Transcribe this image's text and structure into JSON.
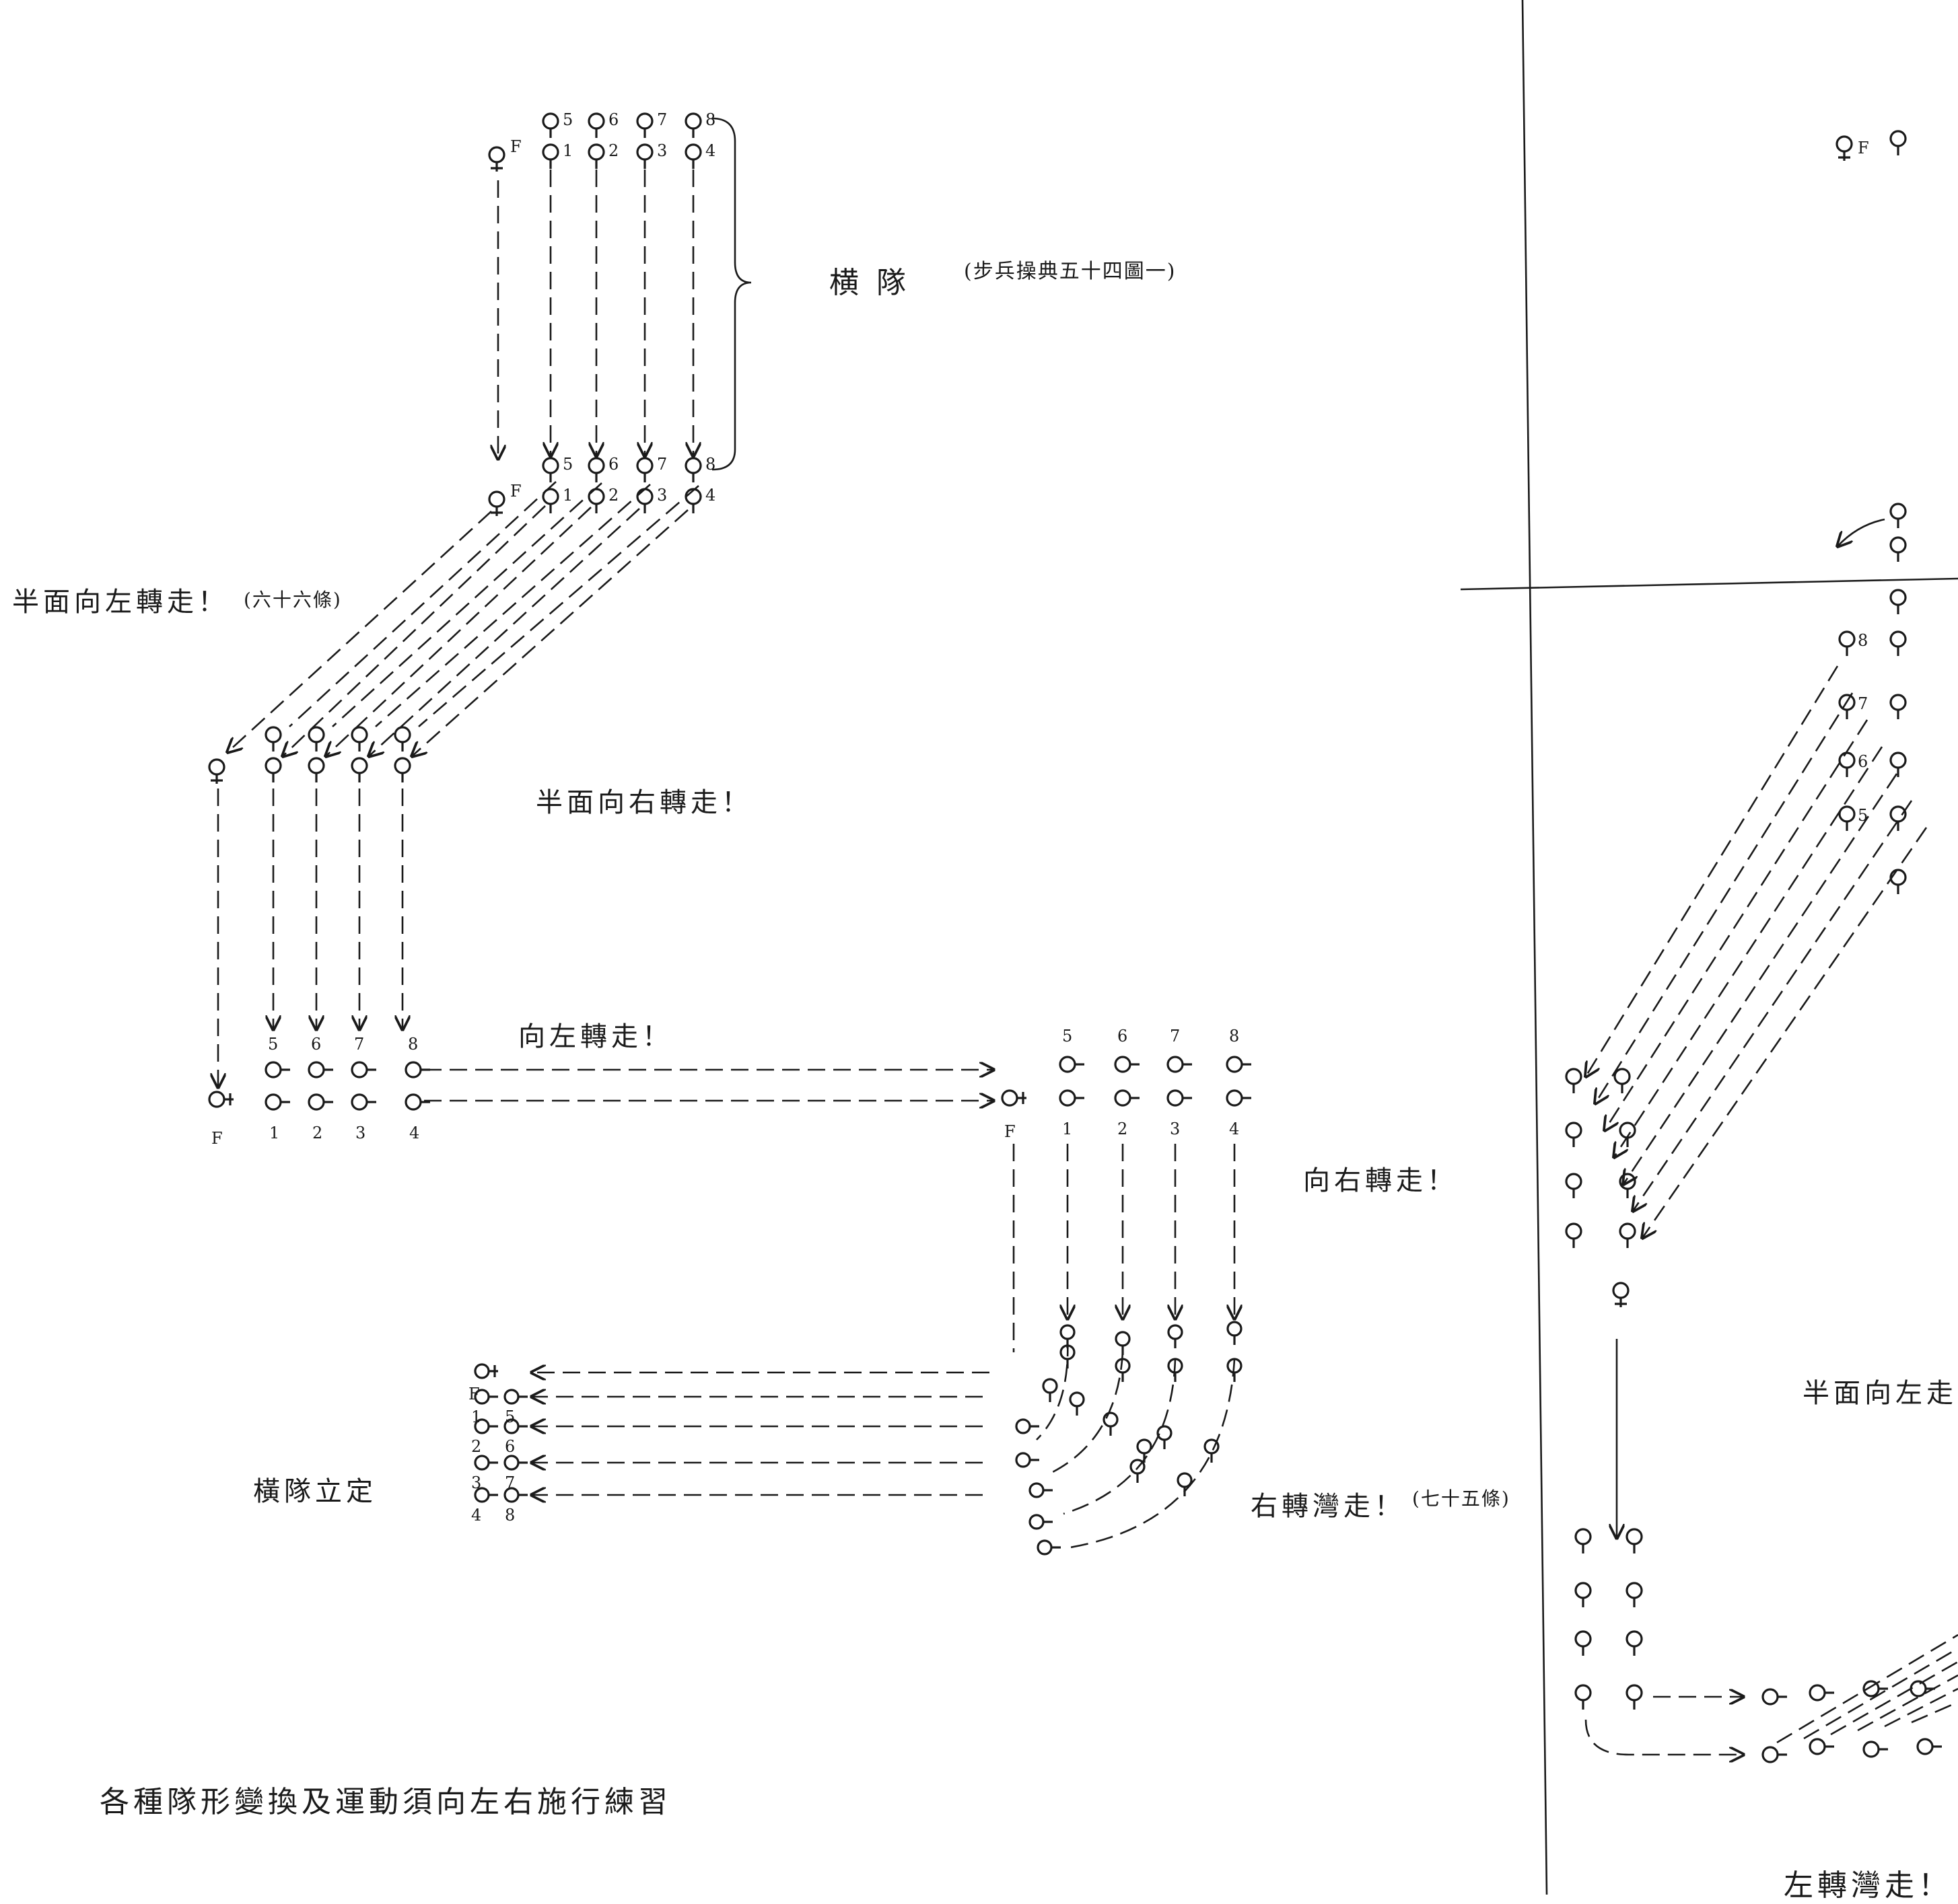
{
  "labels": {
    "rank_formation": "横 隊",
    "rank_ref": "(步兵操典五十四圖一)",
    "half_left": "半面向左轉走！",
    "half_left_ref": "(六十六條)",
    "half_right": "半面向右轉走！",
    "turn_left": "向左轉走！",
    "turn_right": "向右轉走！",
    "rank_halt": "橫隊立定",
    "wheel_right": "右轉灣走！",
    "wheel_right_ref": "(七十五條)",
    "bottom_note": "各種隊形變換及運動須向左右施行練習",
    "right_half_left": "半面向左走",
    "wheel_left": "左轉灣走！"
  },
  "marker_labels": {
    "guide": "F",
    "front_rank": [
      "1",
      "2",
      "3",
      "4"
    ],
    "rear_rank": [
      "5",
      "6",
      "7",
      "8"
    ]
  }
}
